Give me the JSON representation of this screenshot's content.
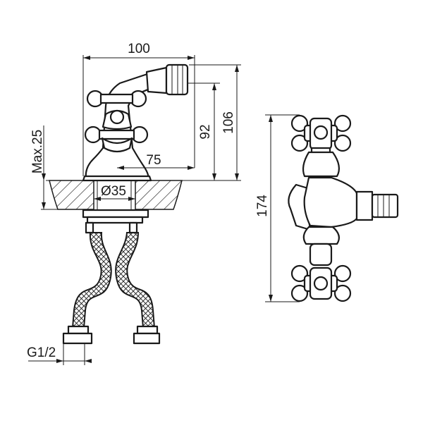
{
  "dimensions": {
    "overall_width": "100",
    "spout_height": "92",
    "overall_height": "106",
    "spout_reach": "75",
    "max_deck_thickness": "Max.25",
    "mounting_hole": "Ø35",
    "connection_thread": "G1/2",
    "top_view_length": "174"
  }
}
